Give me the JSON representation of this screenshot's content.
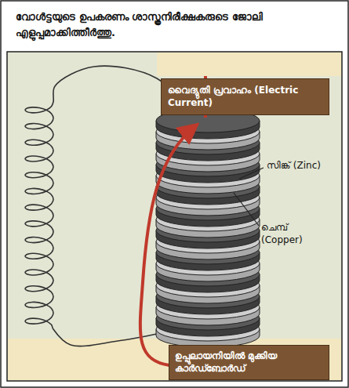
{
  "diagram": {
    "title": "വോൾട്ടയുടെ ഉപകരണം ശാസ്ത്രനിരീക്ഷകരുടെ ജോലി എളുപ്പമാക്കിത്തീർത്തു.",
    "nodes": [
      {
        "text": [
          "വൈദ്യുതി പ്രവാഹം (Electric Current)"
        ]
      },
      {
        "text": [
          "ഉപ്പുലായനിയിൽ മുക്കിയ കാർഡ്ബോർഡ്"
        ]
      }
    ],
    "labels": [
      "സിങ്ക് (Zinc)",
      "ചെമ്പ് (Copper)"
    ]
  }
}
